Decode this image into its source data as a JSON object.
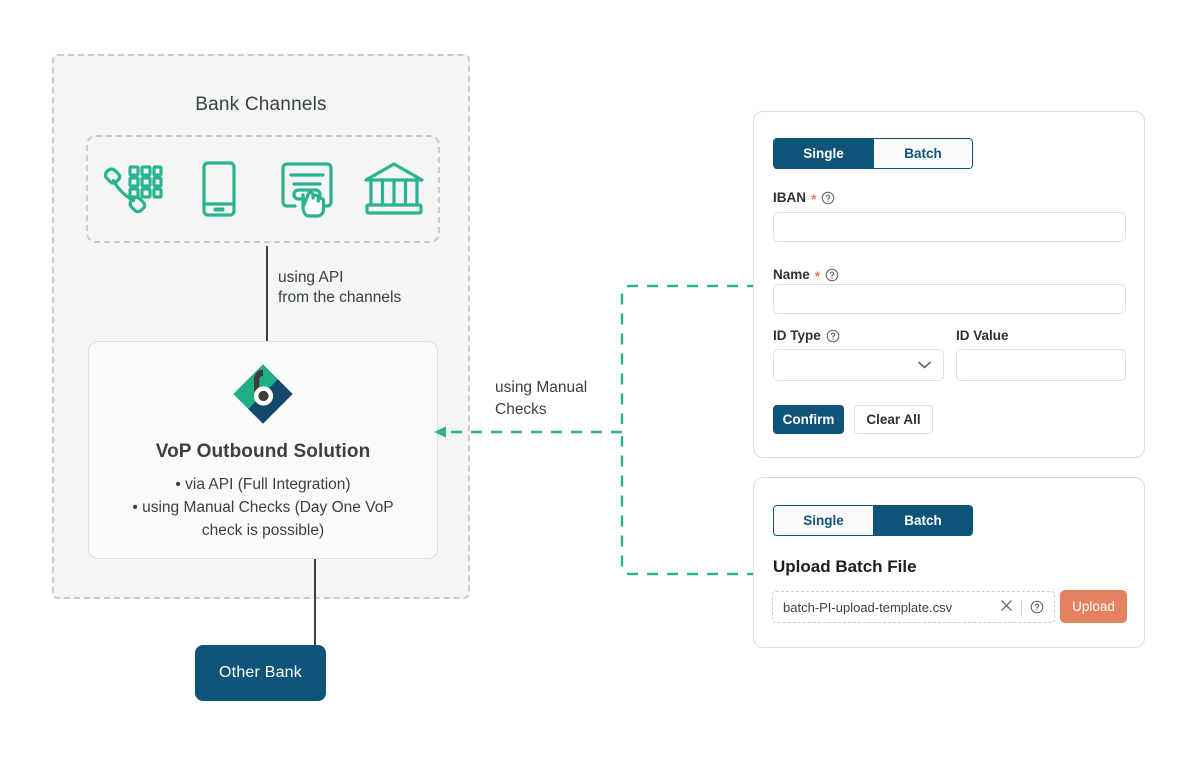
{
  "diagram": {
    "bank_channels_title": "Bank Channels",
    "channels": [
      {
        "icon": "phone-keypad-icon",
        "label": "Phone banking"
      },
      {
        "icon": "mobile-phone-icon",
        "label": "Mobile banking"
      },
      {
        "icon": "online-form-click-icon",
        "label": "Online banking"
      },
      {
        "icon": "bank-building-icon",
        "label": "Branch banking"
      }
    ],
    "api_arrow_label": "using API\nfrom the channels",
    "vop": {
      "logo_icon": "vop-diamond-b-logo",
      "title": "VoP Outbound Solution",
      "bullets": [
        "• via API (Full Integration)",
        "• using Manual Checks (Day One VoP check is possible)"
      ],
      "bullet_line_1": "• via API (Full Integration)",
      "bullet_line_2": "• using Manual Checks (Day One VoP",
      "bullet_line_3": "check is possible)"
    },
    "manual_connector_label": "using Manual\nChecks",
    "other_bank_label": "Other Bank"
  },
  "single_card": {
    "tabs": [
      {
        "label": "Single",
        "active": true
      },
      {
        "label": "Batch",
        "active": false
      }
    ],
    "fields": {
      "iban": {
        "label": "IBAN",
        "required_mark": "*",
        "help_icon": "help-circle-icon",
        "value": "",
        "placeholder": ""
      },
      "name": {
        "label": "Name",
        "required_mark": "*",
        "help_icon": "help-circle-icon",
        "value": "",
        "placeholder": ""
      },
      "id_type": {
        "label": "ID Type",
        "help_icon": "help-circle-icon",
        "value": "",
        "chevron_icon": "chevron-down-icon"
      },
      "id_value": {
        "label": "ID Value",
        "value": "",
        "placeholder": ""
      }
    },
    "confirm_label": "Confirm",
    "clear_label": "Clear All"
  },
  "batch_card": {
    "tabs": [
      {
        "label": "Single",
        "active": false
      },
      {
        "label": "Batch",
        "active": true
      }
    ],
    "upload_title": "Upload Batch File",
    "file_name": "batch-PI-upload-template.csv",
    "clear_icon": "close-x-icon",
    "help_icon": "help-circle-icon",
    "upload_label": "Upload"
  },
  "colors": {
    "brand_navy": "#0e5478",
    "brand_teal": "#2bb391",
    "accent_orange": "#e4825f",
    "panel_bg": "#f4f5f5",
    "dashed_gray": "#c9cccd"
  }
}
